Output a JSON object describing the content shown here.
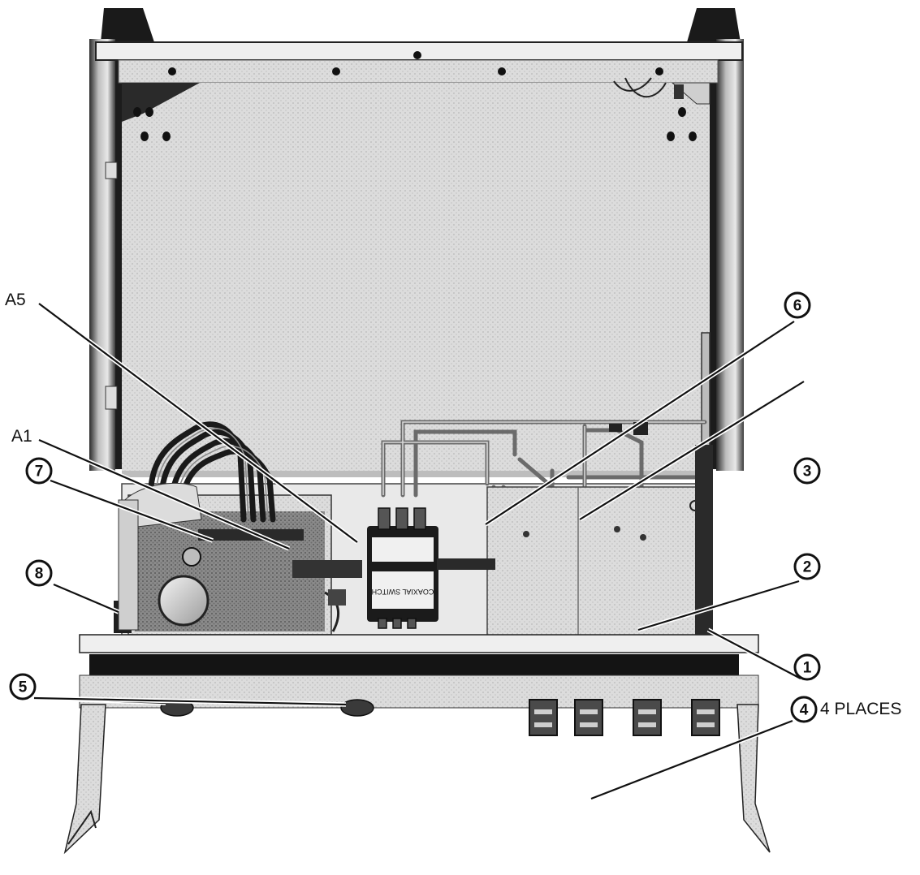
{
  "labels": {
    "a5": "A5",
    "a1": "A1",
    "places": "4 PLACES"
  },
  "callouts": {
    "c1": "1",
    "c2": "2",
    "c3": "3",
    "c4": "4",
    "c5": "5",
    "c6": "6",
    "c7": "7",
    "c8": "8"
  },
  "component_text": {
    "coaxial_switch_line1": "COAXIAL SWITCH"
  }
}
